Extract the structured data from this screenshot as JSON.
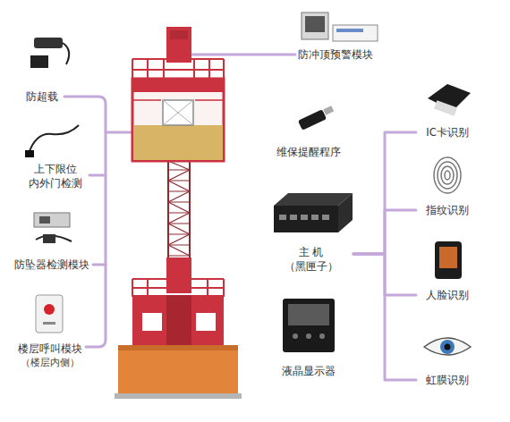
{
  "diagram": {
    "nodes": [
      {
        "text": [
          "防冲顶预警模块"
        ]
      },
      {
        "text": [
          "防超载"
        ]
      },
      {
        "text": [
          "上下限位 内外门检测"
        ]
      },
      {
        "text": [
          "防坠器检测模块"
        ]
      },
      {
        "text": [
          "楼层呼叫模块",
          "（楼层内侧）"
        ]
      },
      {
        "text": [
          "维保提醒程序"
        ]
      },
      {
        "text": [
          "主 机 （黑匣子）"
        ]
      },
      {
        "text": [
          "液晶显示器"
        ]
      },
      {
        "text": [
          "IC卡识别"
        ]
      },
      {
        "text": [
          "指纹识别"
        ]
      },
      {
        "text": [
          "人脸识别"
        ]
      },
      {
        "text": [
          "虹膜识别"
        ]
      }
    ],
    "edges": [
      {
        "from": 6,
        "to": 8,
        "arrow": "none"
      },
      {
        "from": 6,
        "to": 9,
        "arrow": "none"
      },
      {
        "from": 6,
        "to": 10,
        "arrow": "none"
      },
      {
        "from": 6,
        "to": 11,
        "arrow": "none"
      }
    ]
  }
}
